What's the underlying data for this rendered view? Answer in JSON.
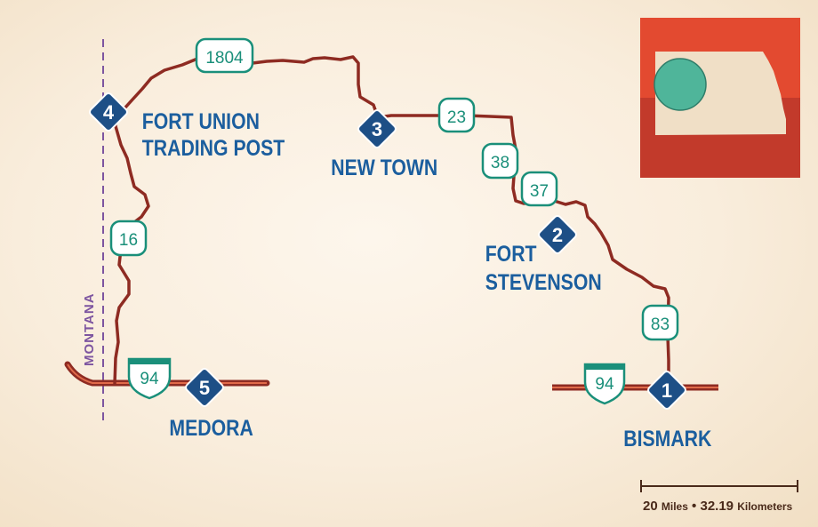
{
  "border": {
    "label": "MONTANA"
  },
  "stops": [
    {
      "number": "1",
      "name_lines": [
        "BISMARK"
      ]
    },
    {
      "number": "2",
      "name_lines": [
        "FORT",
        "STEVENSON"
      ]
    },
    {
      "number": "3",
      "name_lines": [
        "NEW TOWN"
      ]
    },
    {
      "number": "4",
      "name_lines": [
        "FORT UNION",
        "TRADING POST"
      ]
    },
    {
      "number": "5",
      "name_lines": [
        "MEDORA"
      ]
    }
  ],
  "highway_shields": [
    {
      "label": "1804",
      "type": "state"
    },
    {
      "label": "23",
      "type": "state"
    },
    {
      "label": "38",
      "type": "state"
    },
    {
      "label": "37",
      "type": "state"
    },
    {
      "label": "16",
      "type": "state"
    },
    {
      "label": "83",
      "type": "state"
    },
    {
      "label": "94",
      "type": "interstate"
    },
    {
      "label": "94",
      "type": "interstate"
    }
  ],
  "scale": {
    "miles_value": "20",
    "miles_unit": "Miles",
    "separator": "•",
    "km_value": "32.19",
    "km_unit": "Kilometers"
  },
  "colors": {
    "road": "#8e2b22",
    "marker": "#1d4f86",
    "label": "#1b5e9e",
    "shield": "#1a8f7a",
    "border": "#7d55a0",
    "inset_top": "#e34a30",
    "inset_bottom": "#c23a2b",
    "inset_state": "#f0dfc6",
    "inset_dot": "#4fb59a"
  }
}
